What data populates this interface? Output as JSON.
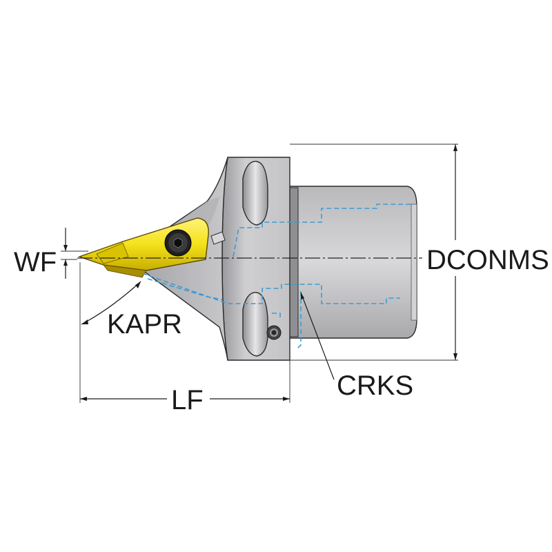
{
  "labels": {
    "wf": "WF",
    "kapr": "KAPR",
    "lf": "LF",
    "crks": "CRKS",
    "dconms": "DCONMS"
  },
  "colors": {
    "body_gray": "#c9c9cb",
    "body_dark": "#8e8e92",
    "insert_yellow": "#f4e21a",
    "insert_dark": "#b89c00",
    "hidden_blue": "#3a9bd5"
  },
  "icons": {
    "clamp_screw": "hex-socket-screw",
    "body_screw": "hex-socket-screw"
  }
}
